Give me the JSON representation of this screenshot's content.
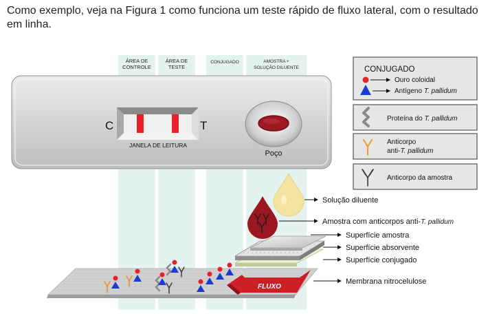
{
  "intro": "Como exemplo, veja na Figura 1 como funciona um teste rápido de fluxo lateral, com o resultado em linha.",
  "zones": {
    "control": [
      "ÁREA DE",
      "CONTROLE"
    ],
    "test": [
      "ÁREA DE",
      "TESTE"
    ],
    "conjugate": "CONJUGADO",
    "sample": [
      "AMOSTRA +",
      "SOLUÇÃO DILUENTE"
    ]
  },
  "device": {
    "c_label": "C",
    "t_label": "T",
    "window_label": "JANELA DE LEITURA",
    "well_label": "Poço"
  },
  "legend": {
    "title": "CONJUGADO",
    "gold": "Ouro coloidal",
    "antigen_prefix": "Antígeno ",
    "antigen_species": "T. pallidum",
    "protein_prefix": "Proteína  do ",
    "protein_species": "T. pallidum",
    "antibody_line1": "Anticorpo",
    "antibody_prefix": "anti-",
    "antibody_species": "T. pallidum",
    "sample_antibody": "Anticorpo da amostra"
  },
  "labels": {
    "diluent": "Solução diluente",
    "sample_prefix": "Amostra com anticorpos anti-",
    "sample_species": "T. pallidum",
    "surface_sample": "Superfície amostra",
    "surface_absorbent": "Superfície absorvente",
    "surface_conjugate": "Superfície conjugado",
    "membrane": "Membrana nitrocelulose",
    "flow": "FLUXO"
  },
  "colors": {
    "gold": "#e8202a",
    "antigen": "#1a3ccf",
    "protein": "#8a8a8a",
    "antibody_anti": "#e89a3c",
    "sample_antibody": "#333333",
    "line_red": "#e8202a",
    "flow_red": "#cc1f28",
    "drop_diluent": "#f4e3a0",
    "drop_sample": "#9a1620"
  }
}
